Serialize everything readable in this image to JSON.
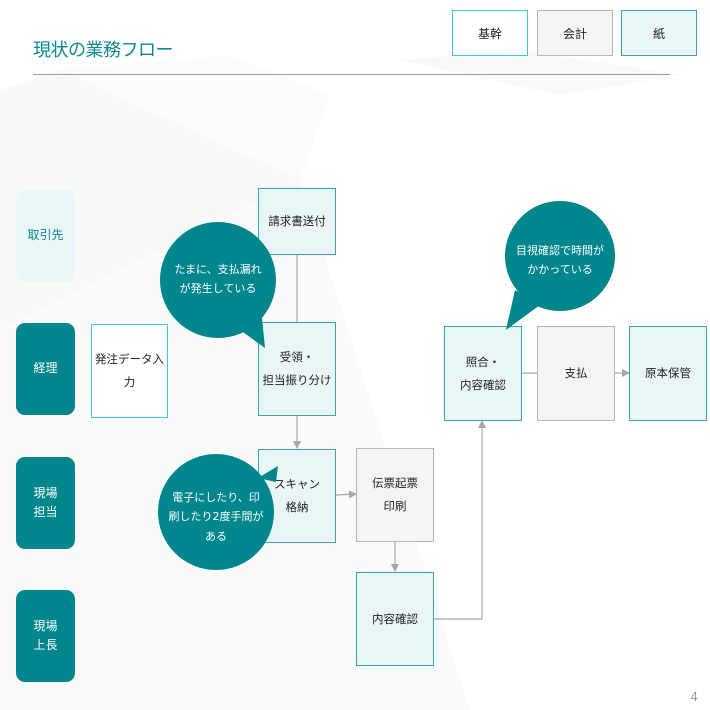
{
  "header": {
    "title": "現状の業務フロー"
  },
  "legend": [
    {
      "label": "基幹",
      "kind": "kikan"
    },
    {
      "label": "会計",
      "kind": "kaikei"
    },
    {
      "label": "紙",
      "kind": "kami"
    }
  ],
  "lanes": [
    {
      "label": "取引先"
    },
    {
      "label": "経理"
    },
    {
      "label": "現場\n担当"
    },
    {
      "label": "現場\n上長"
    }
  ],
  "nodes": {
    "seikyusho_sofu": "請求書送付",
    "hatchu_data": "発注データ入力",
    "juryo": "受領・\n担当振り分け",
    "scan": "スキャン\n格納",
    "denpyo": "伝票起票\n印刷",
    "naiyo_kakunin": "内容確認",
    "shogo": "照合・\n内容確認",
    "shiharai": "支払",
    "genpon": "原本保管"
  },
  "callouts": {
    "shiharai_more": "たまに、支払漏れ\nが発生している",
    "nido_tema": "電子にしたり、印\n刷したり2度手間が\nある",
    "mokushi": "目視確認で時間が\nかかっている"
  },
  "colors": {
    "accent": "#00868c",
    "title": "#0a8a8f",
    "kikan_border": "#3ecfb0",
    "kaikei_border": "#b5b5b5",
    "kami_border": "#3da4a6",
    "connector": "#a6a6a6"
  },
  "footer": {
    "page_number": "4"
  }
}
